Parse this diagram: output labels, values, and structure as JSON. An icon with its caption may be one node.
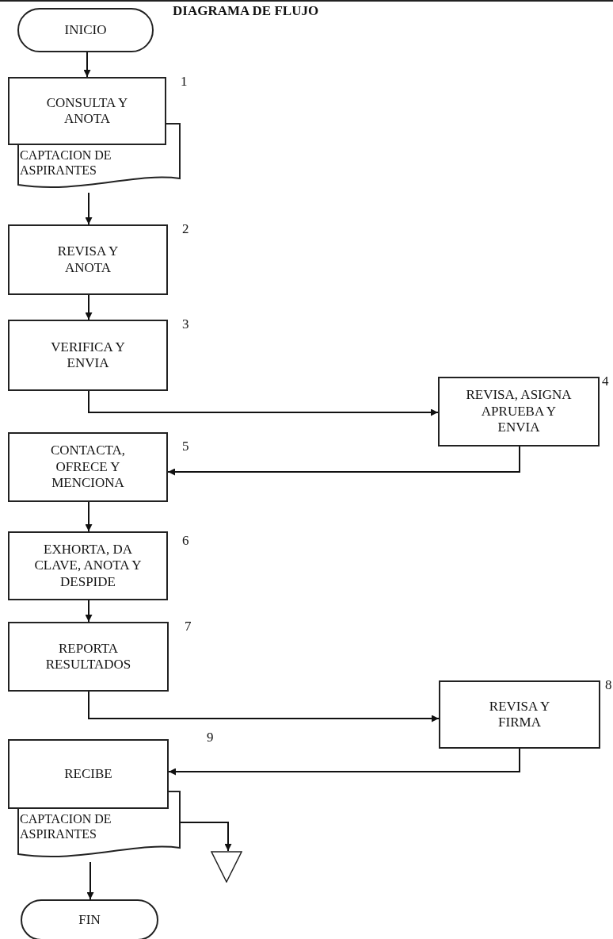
{
  "diagram": {
    "title": "DIAGRAMA DE FLUJO",
    "nodes": [
      {
        "text": [
          "INICIO"
        ]
      },
      {
        "text": [
          "CONSULTA Y ANOTA"
        ],
        "beside": [
          "1"
        ]
      },
      {
        "text": [
          "CAPTACION DE ASPIRANTES"
        ]
      },
      {
        "text": [
          "REVISA Y ANOTA"
        ],
        "beside": [
          "2"
        ]
      },
      {
        "text": [
          "VERIFICA Y ENVIA"
        ],
        "beside": [
          "3"
        ]
      },
      {
        "text": [
          "REVISA, ASIGNA APRUEBA Y ENVIA"
        ],
        "beside": [
          "4"
        ]
      },
      {
        "text": [
          "CONTACTA, OFRECE Y MENCIONA"
        ],
        "beside": [
          "5"
        ]
      },
      {
        "text": [
          "EXHORTA, DA CLAVE, ANOTA Y DESPIDE"
        ],
        "beside": [
          "6"
        ]
      },
      {
        "text": [
          "REPORTA RESULTADOS"
        ],
        "beside": [
          "7"
        ]
      },
      {
        "text": [
          "REVISA Y FIRMA"
        ],
        "beside": [
          "8"
        ]
      },
      {
        "text": [
          "RECIBE"
        ],
        "beside": [
          "9"
        ]
      },
      {
        "text": [
          "CAPTACION DE ASPIRANTES"
        ]
      },
      {
        "text": [],
        "shape": "triangle"
      },
      {
        "text": [
          "FIN"
        ]
      }
    ],
    "edges": [
      {
        "from": 0,
        "to": 1,
        "arrow": "to"
      },
      {
        "from": 2,
        "to": 3,
        "arrow": "to"
      },
      {
        "from": 3,
        "to": 4,
        "arrow": "to"
      },
      {
        "from": 4,
        "to": 5,
        "arrow": "to"
      },
      {
        "from": 5,
        "to": 6,
        "arrow": "to"
      },
      {
        "from": 6,
        "to": 7,
        "arrow": "to"
      },
      {
        "from": 7,
        "to": 8,
        "arrow": "to"
      },
      {
        "from": 8,
        "to": 9,
        "arrow": "to"
      },
      {
        "from": 9,
        "to": 10,
        "arrow": "to"
      },
      {
        "from": 11,
        "to": 12,
        "arrow": "to"
      },
      {
        "from": 11,
        "to": 13,
        "arrow": "to"
      }
    ]
  }
}
